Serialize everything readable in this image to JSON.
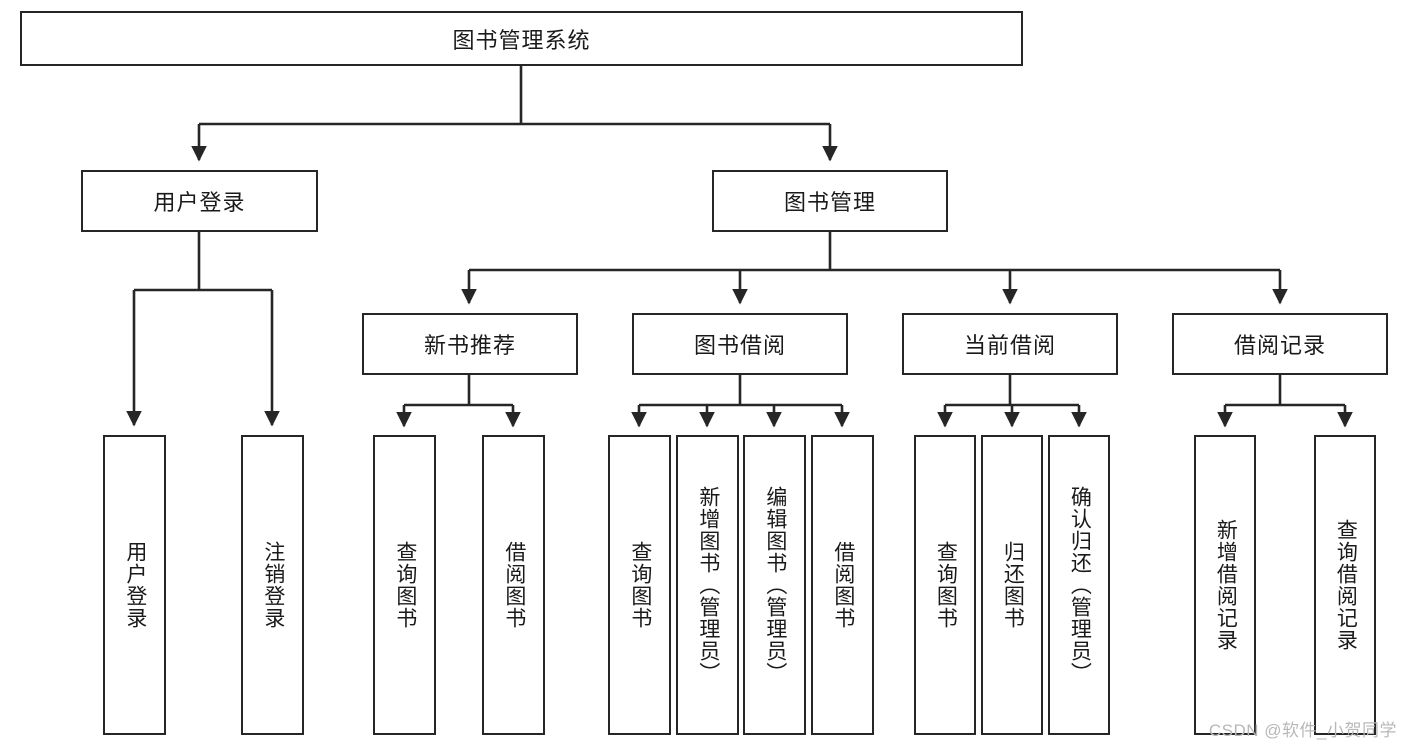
{
  "diagram": {
    "title": "图书管理系统",
    "type": "tree-hierarchy",
    "watermark": "CSDN @软件_小贺同学",
    "colors": {
      "box_border": "#262626",
      "box_fill": "#ffffff",
      "connector": "#262626",
      "text": "#1a1a1a",
      "watermark": "#b8b8b8",
      "background": "#ffffff"
    },
    "root": {
      "label": "图书管理系统"
    },
    "level2": [
      {
        "label": "用户登录"
      },
      {
        "label": "图书管理"
      }
    ],
    "level3": [
      {
        "label": "新书推荐"
      },
      {
        "label": "图书借阅"
      },
      {
        "label": "当前借阅"
      },
      {
        "label": "借阅记录"
      }
    ],
    "leaves_user_login": [
      {
        "label": "用户登录"
      },
      {
        "label": "注销登录"
      }
    ],
    "leaves_new_book": [
      {
        "label": "查询图书"
      },
      {
        "label": "借阅图书"
      }
    ],
    "leaves_borrow": [
      {
        "label": "查询图书"
      },
      {
        "label": "新增图书（管理员）"
      },
      {
        "label": "编辑图书（管理员）"
      },
      {
        "label": "借阅图书"
      }
    ],
    "leaves_current": [
      {
        "label": "查询图书"
      },
      {
        "label": "归还图书"
      },
      {
        "label": "确认归还（管理员）"
      }
    ],
    "leaves_records": [
      {
        "label": "新增借阅记录"
      },
      {
        "label": "查询借阅记录"
      }
    ]
  }
}
